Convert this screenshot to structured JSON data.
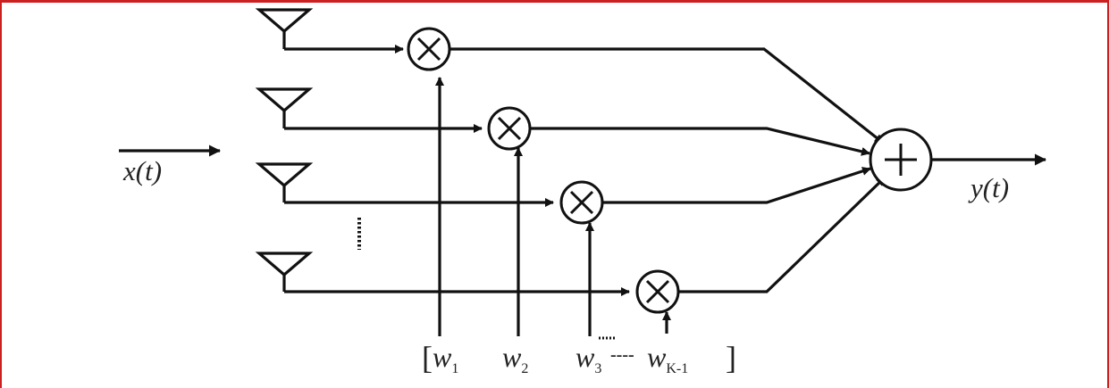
{
  "diagram": {
    "input_label": "x(t)",
    "output_label": "y(t)",
    "weights": [
      {
        "base": "w",
        "sub": "1"
      },
      {
        "base": "w",
        "sub": "2"
      },
      {
        "base": "w",
        "sub": "3"
      },
      {
        "base": "w",
        "sub": "K-1"
      }
    ],
    "bracket_open": "[",
    "bracket_close": "]",
    "weight_separator": "----",
    "antenna_count_shown": 4,
    "multiplier_symbol": "⊗",
    "adder_symbol": "⊕",
    "frame_color": "#cc1f1f"
  }
}
